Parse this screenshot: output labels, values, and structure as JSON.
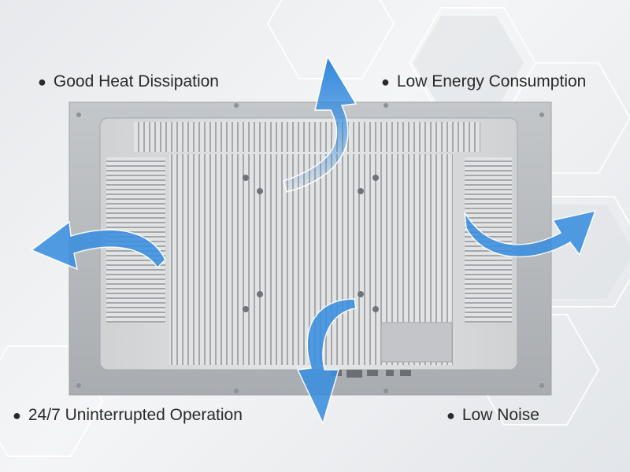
{
  "features": [
    {
      "bullet": "●",
      "label": "Good Heat Dissipation"
    },
    {
      "bullet": "●",
      "label": "Low Energy Consumption"
    },
    {
      "bullet": "●",
      "label": "24/7 Uninterrupted Operation"
    },
    {
      "bullet": "●",
      "label": "Low Noise"
    }
  ],
  "colors": {
    "arrow": "#3a8fe0",
    "panel": "#b8bbbf",
    "heatsink": "#d7d9db",
    "text": "#2a2a2a"
  },
  "icons": [
    "airflow-arrow-icon",
    "mounting-screw-icon"
  ]
}
